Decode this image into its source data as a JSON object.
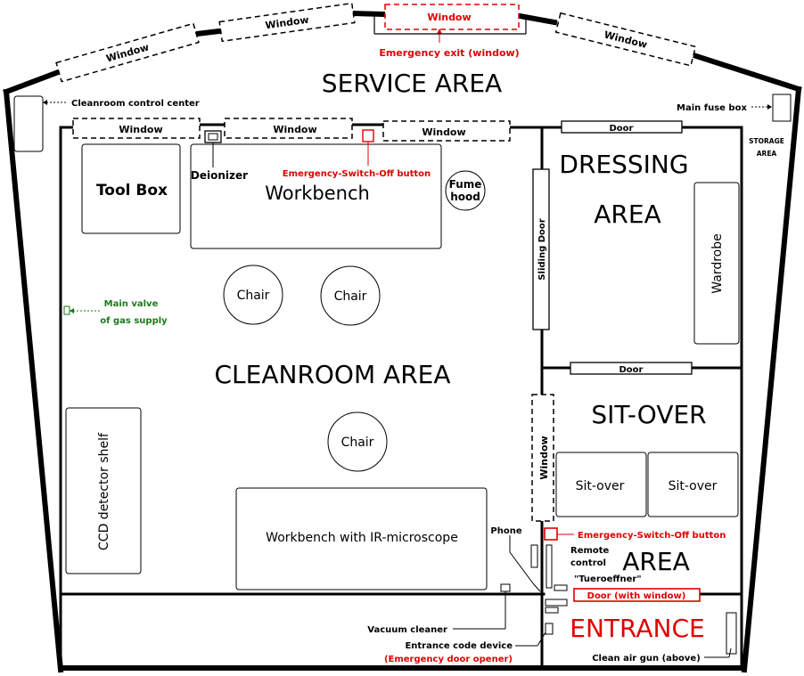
{
  "colors": {
    "line": "#000000",
    "emergency": "#e00000",
    "gas": "#1a7a1a"
  },
  "areas": {
    "service": "SERVICE AREA",
    "dressing_line1": "DRESSING",
    "dressing_line2": "AREA",
    "cleanroom": "CLEANROOM AREA",
    "sitover_line1": "SIT-OVER",
    "sitover_line2": "AREA",
    "entrance": "ENTRANCE",
    "storage_line1": "STORAGE",
    "storage_line2": "AREA"
  },
  "windows": {
    "label": "Window",
    "emergency_label": "Window",
    "emergency_caption": "Emergency exit (window)"
  },
  "furniture": {
    "tool_box": "Tool Box",
    "workbench": "Workbench",
    "fume_hood_line1": "Fume",
    "fume_hood_line2": "hood",
    "chair": "Chair",
    "ccd_shelf": "CCD detector shelf",
    "workbench_ir": "Workbench with IR-microscope",
    "wardrobe": "Wardrobe",
    "sitover": "Sit-over",
    "sliding_door": "Sliding Door",
    "door": "Door",
    "door_with_window": "Door (with window)"
  },
  "annotations": {
    "cleanroom_control": "Cleanroom control center",
    "main_fuse": "Main fuse box",
    "deionizer": "Deionizer",
    "emergency_switch": "Emergency-Switch-Off button",
    "gas_valve_line1": "Main valve",
    "gas_valve_line2": "of gas supply",
    "phone": "Phone",
    "remote_line1": "Remote",
    "remote_line2": "control",
    "tueroeffner": "\"Tueroeffner\"",
    "vacuum": "Vacuum cleaner",
    "entrance_code": "Entrance code device",
    "emergency_door": "(Emergency door opener)",
    "air_gun": "Clean air gun (above)"
  }
}
